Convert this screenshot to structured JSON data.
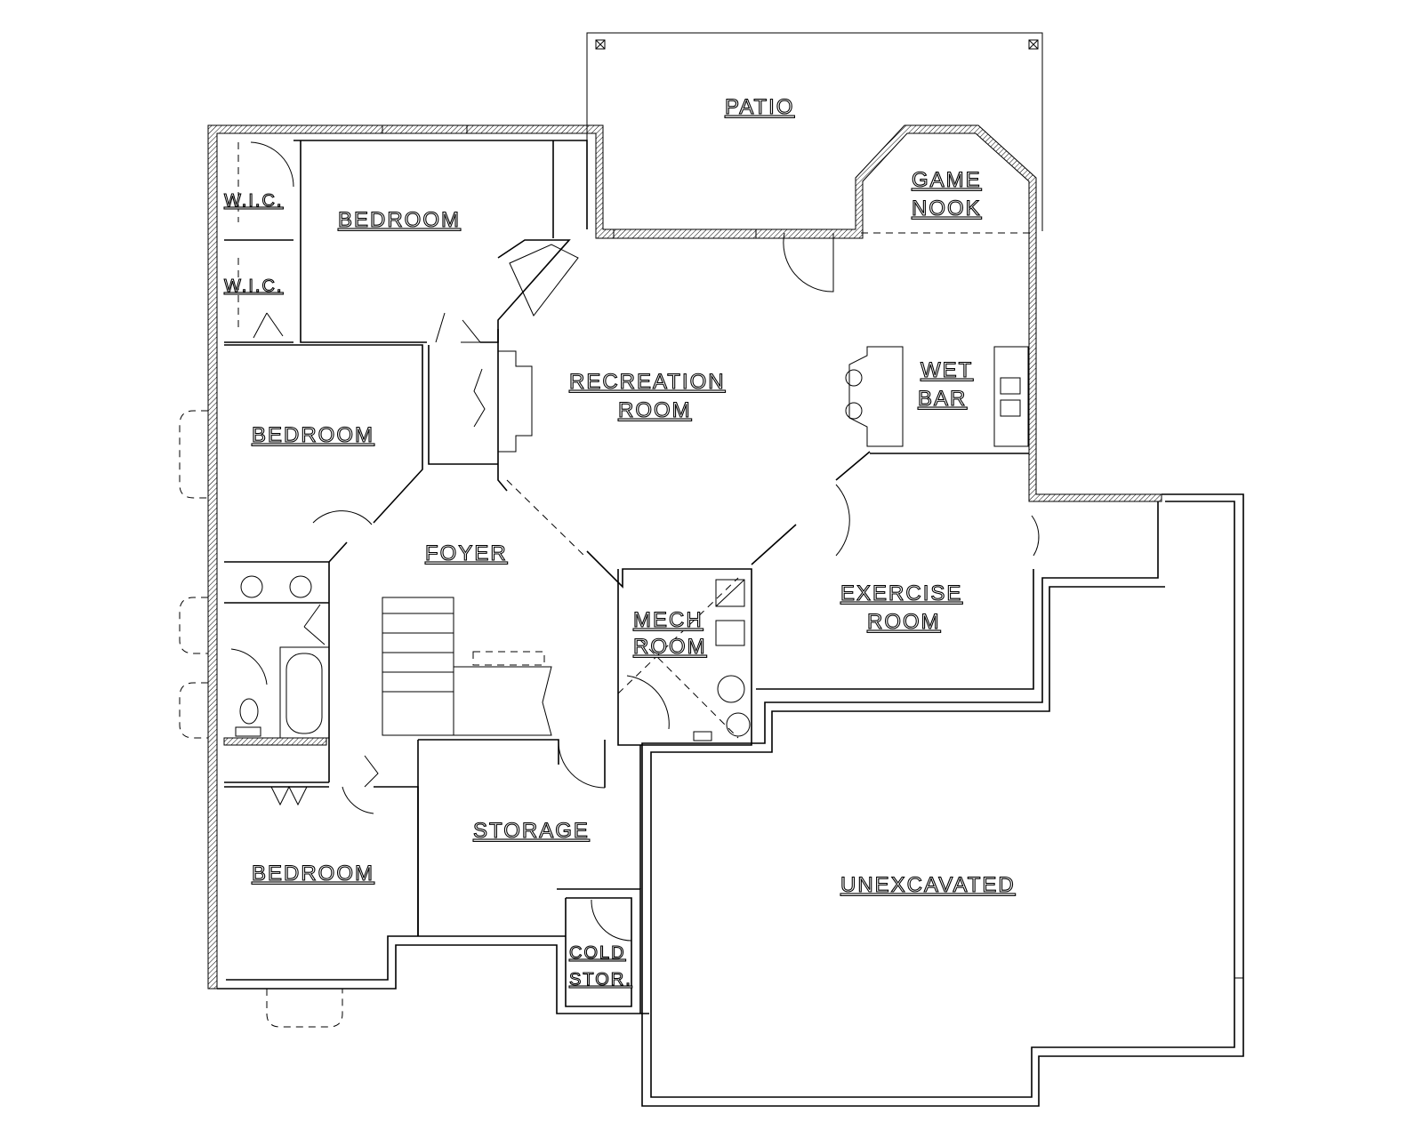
{
  "plan": {
    "rooms": {
      "patio": "PATIO",
      "game_nook_1": "GAME",
      "game_nook_2": "NOOK",
      "bedroom_top": "BEDROOM",
      "wic_1": "W.I.C.",
      "wic_2": "W.I.C.",
      "bedroom_mid": "BEDROOM",
      "recreation_1": "RECREATION",
      "recreation_2": "ROOM",
      "wet_bar_1": "WET",
      "wet_bar_2": "BAR",
      "foyer": "FOYER",
      "mech_1": "MECH",
      "mech_2": "ROOM",
      "exercise_1": "EXERCISE",
      "exercise_2": "ROOM",
      "storage": "STORAGE",
      "bedroom_bottom": "BEDROOM",
      "unexcavated": "UNEXCAVATED",
      "cold_1": "COLD",
      "cold_2": "STOR."
    }
  }
}
